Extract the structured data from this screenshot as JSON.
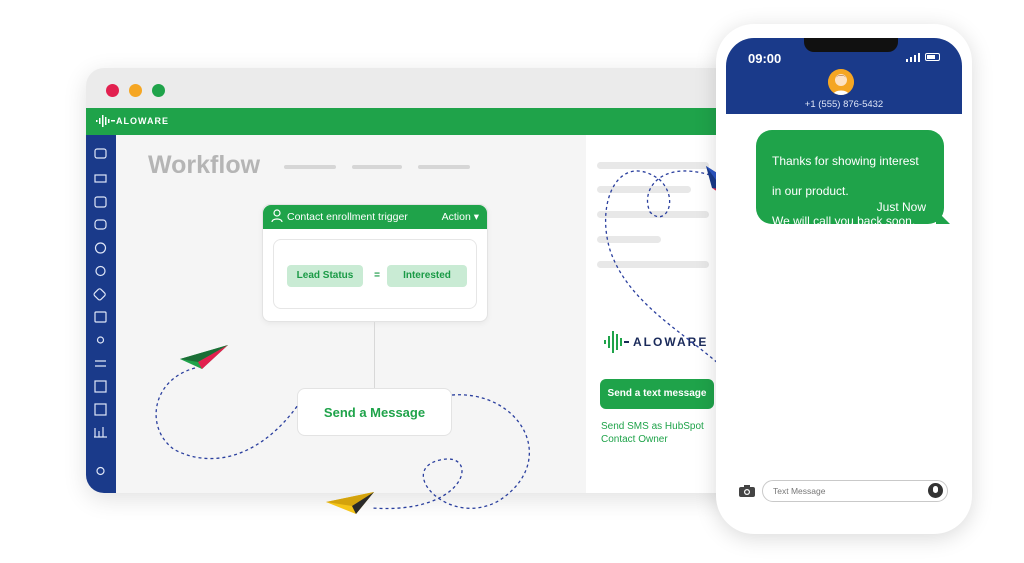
{
  "app": {
    "brand": "ALOWARE",
    "window_dots": [
      "close",
      "minimize",
      "maximize"
    ],
    "sidebar_icons": [
      "inbox-icon",
      "presentation-icon",
      "phone-icon",
      "chat-icon",
      "contacts-icon",
      "settings-icon",
      "tag-icon",
      "calendar-icon",
      "broadcast-icon",
      "transfer-icon",
      "report-icon",
      "qr-icon",
      "chart-icon",
      "sun-icon"
    ]
  },
  "workflow": {
    "title": "Workflow",
    "trigger": {
      "label": "Contact enrollment trigger",
      "action": "Action ▾",
      "condition_field": "Lead Status",
      "operator": "=",
      "condition_value": "Interested"
    },
    "step": {
      "label": "Send a  Message"
    }
  },
  "panel": {
    "logo_text": "ALOWARE",
    "sms_button": "Send a text message",
    "sms_subtitle_line1": "Send SMS as HubSpot",
    "sms_subtitle_line2": "Contact Owner"
  },
  "phone": {
    "time": "09:00",
    "phone_number": "+1 (555) 876-5432",
    "message_line1": "Thanks for showing interest",
    "message_line2": "in our product.",
    "message_line3": "We will call you back soon.",
    "message_time": "Just Now",
    "input_placeholder": "Text Message"
  },
  "colors": {
    "brand_green": "#1fa34a",
    "brand_navy": "#1a3a8a",
    "dot_red": "#e2204f",
    "dot_yellow": "#f5a623"
  }
}
